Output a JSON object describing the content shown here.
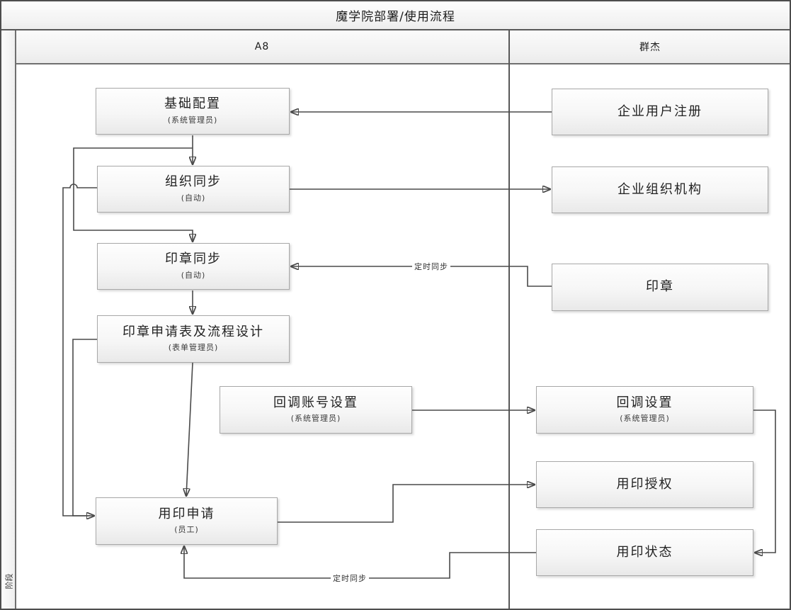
{
  "title": "魔学院部署/使用流程",
  "phase_label": "阶段",
  "lanes": [
    {
      "label": "A8"
    },
    {
      "label": "群杰"
    }
  ],
  "nodes": {
    "basic_config": {
      "title": "基础配置",
      "subtitle": "(系统管理员)"
    },
    "org_sync": {
      "title": "组织同步",
      "subtitle": "(自动)"
    },
    "seal_sync": {
      "title": "印章同步",
      "subtitle": "(自动)"
    },
    "seal_form_design": {
      "title": "印章申请表及流程设计",
      "subtitle": "(表单管理员)"
    },
    "callback_account": {
      "title": "回调账号设置",
      "subtitle": "(系统管理员)"
    },
    "seal_apply": {
      "title": "用印申请",
      "subtitle": "(员工)"
    },
    "enterprise_register": {
      "title": "企业用户注册"
    },
    "enterprise_org": {
      "title": "企业组织机构"
    },
    "seal": {
      "title": "印章"
    },
    "callback_setting": {
      "title": "回调设置",
      "subtitle": "(系统管理员)"
    },
    "seal_auth": {
      "title": "用印授权"
    },
    "seal_status": {
      "title": "用印状态"
    }
  },
  "edge_labels": {
    "timer_sync_seal": "定时同步",
    "timer_sync_status": "定时同步"
  },
  "colors": {
    "line": "#4a4a4a",
    "node_border": "#a8a8a8",
    "frame": "#4d4d4d"
  }
}
